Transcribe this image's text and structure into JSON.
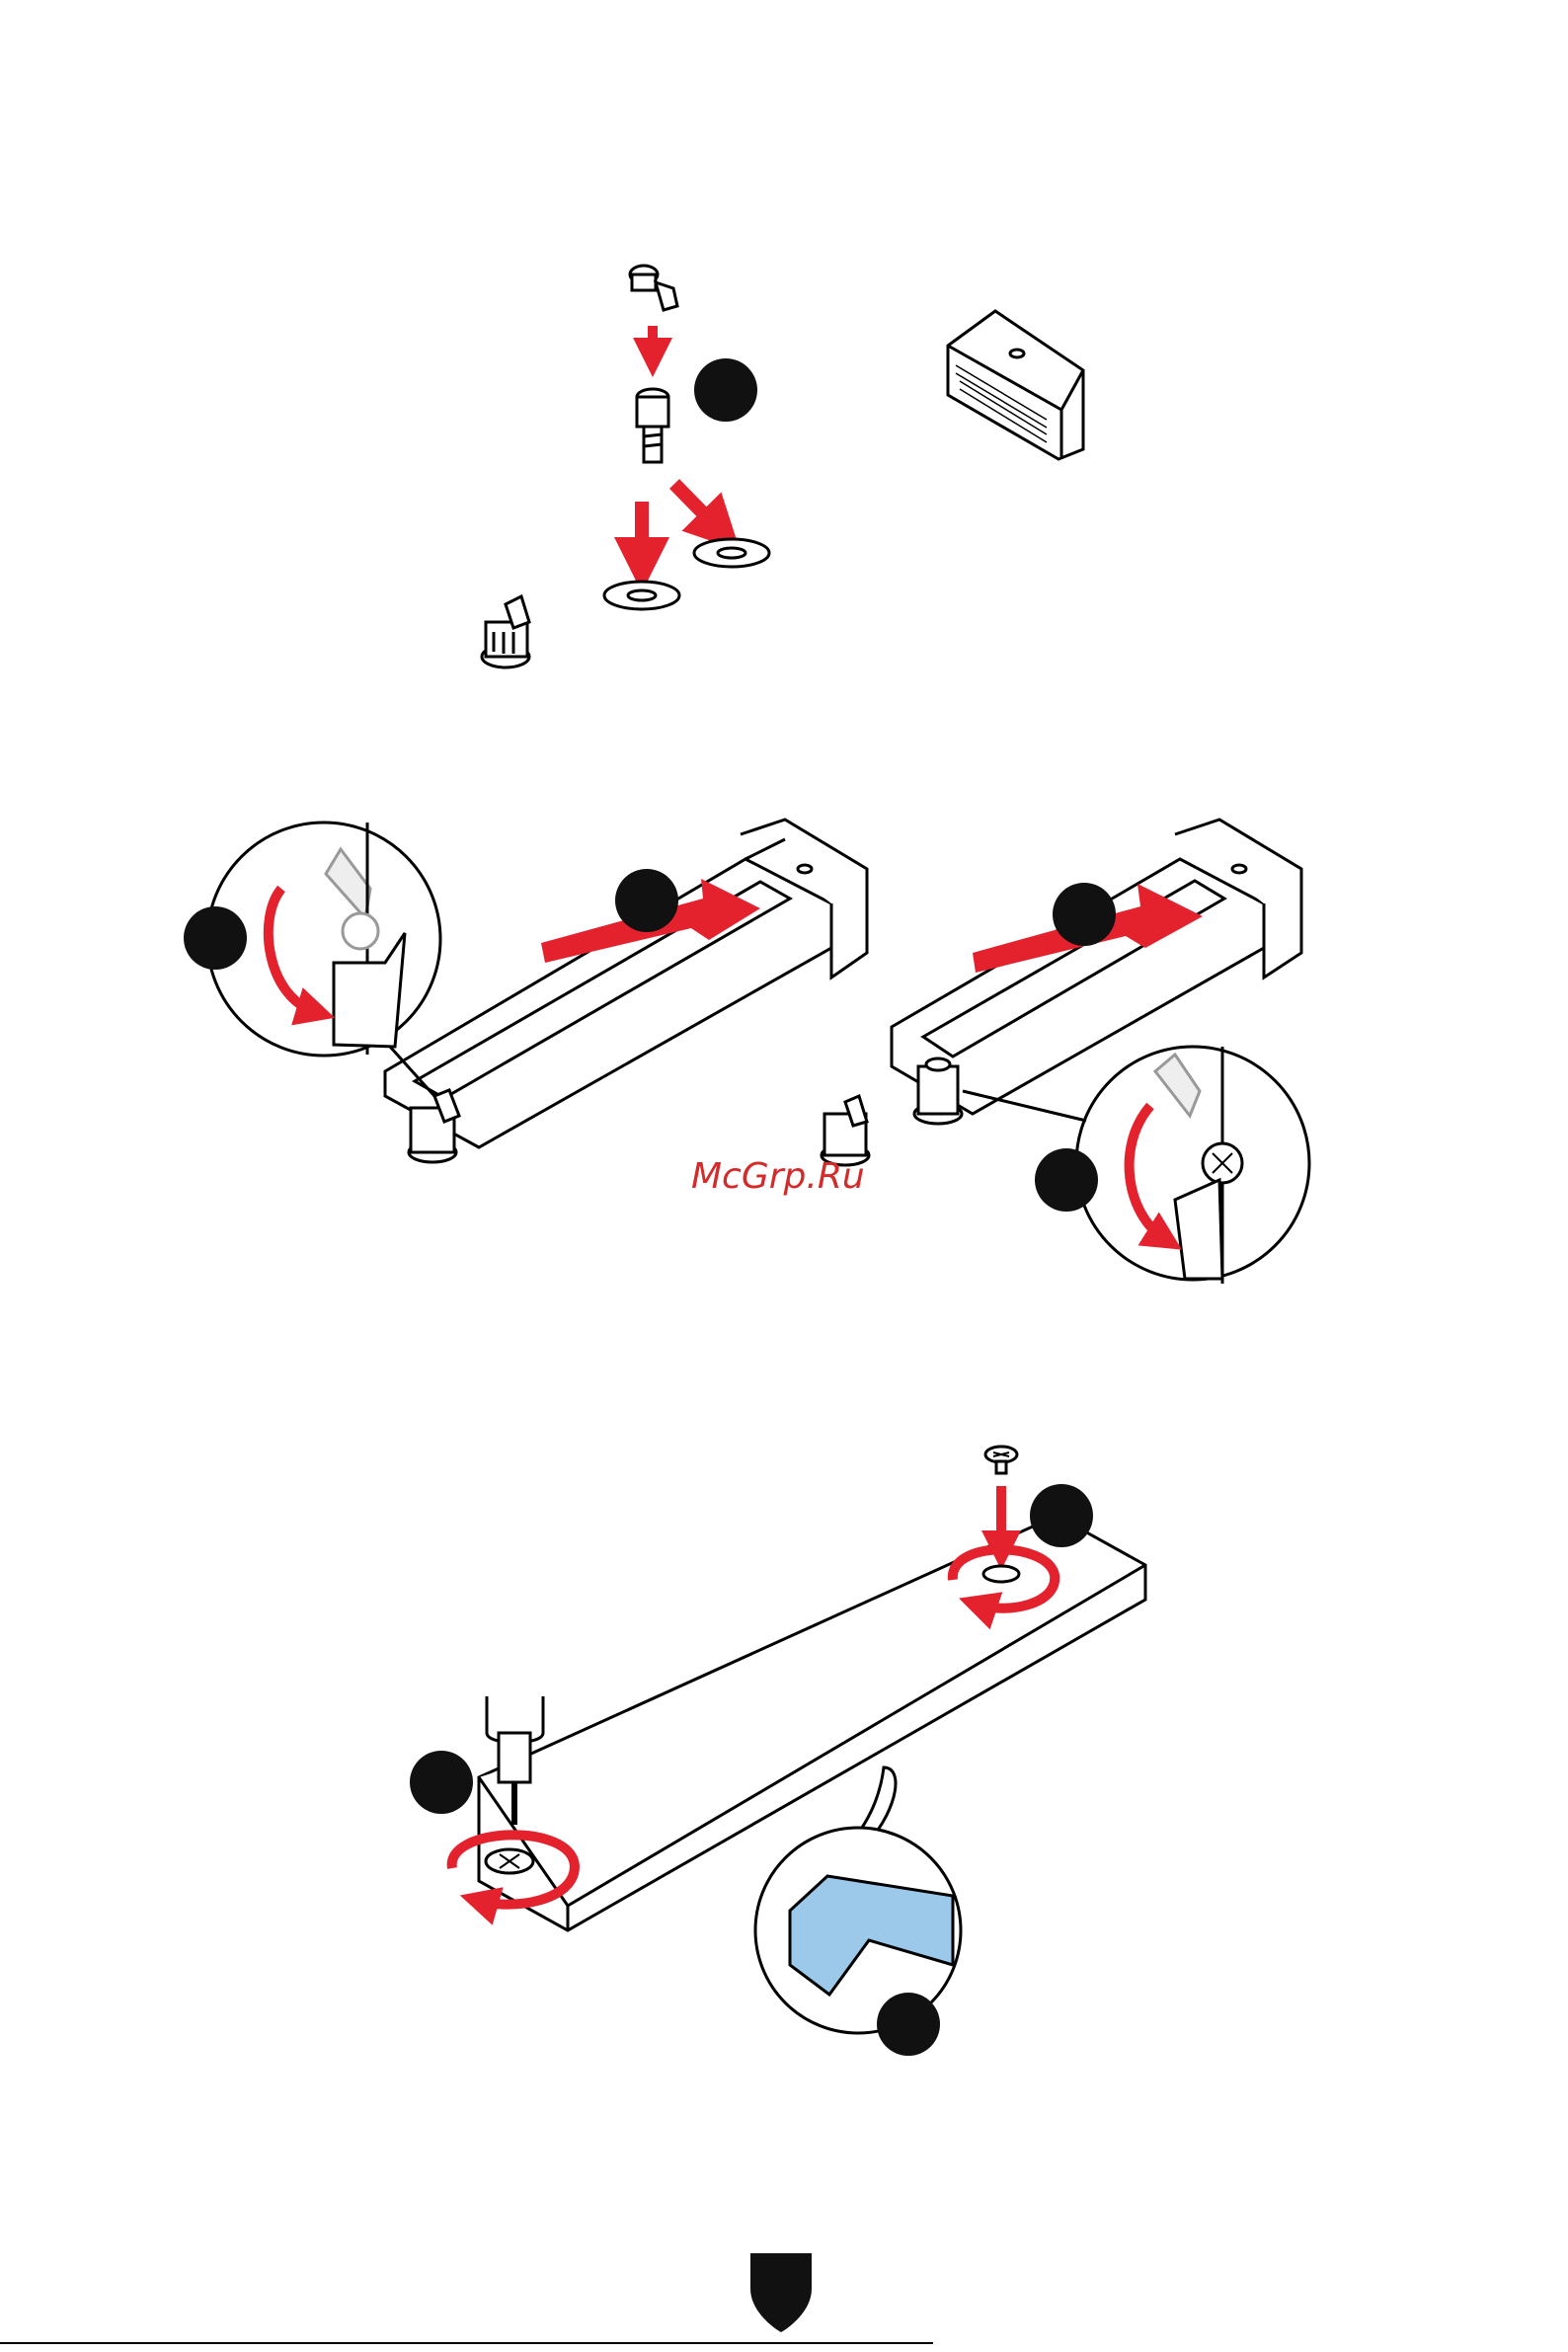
{
  "watermark": {
    "text": "McGrp.Ru"
  },
  "colors": {
    "arrow_red": "#e4222e",
    "badge_black": "#111111",
    "thermal_pad_blue": "#9cc8ea",
    "outline": "#000000"
  },
  "steps": [
    {
      "panel": "standoff-install",
      "badges": [
        "step-badge"
      ]
    },
    {
      "panel": "ssd-insert-latch",
      "badges": [
        "step-badge-left-insert",
        "step-badge-left-latch",
        "step-badge-right-insert",
        "step-badge-right-latch"
      ]
    },
    {
      "panel": "heatsink-screws",
      "badges": [
        "step-badge-top-screw",
        "step-badge-left-screw",
        "step-badge-thermal-pad"
      ]
    }
  ],
  "icons": [
    "screw-icon",
    "standoff-icon",
    "latch-icon",
    "m2-slot-icon",
    "screwdriver-icon",
    "rotate-arrow-icon",
    "shield-logo-icon"
  ]
}
